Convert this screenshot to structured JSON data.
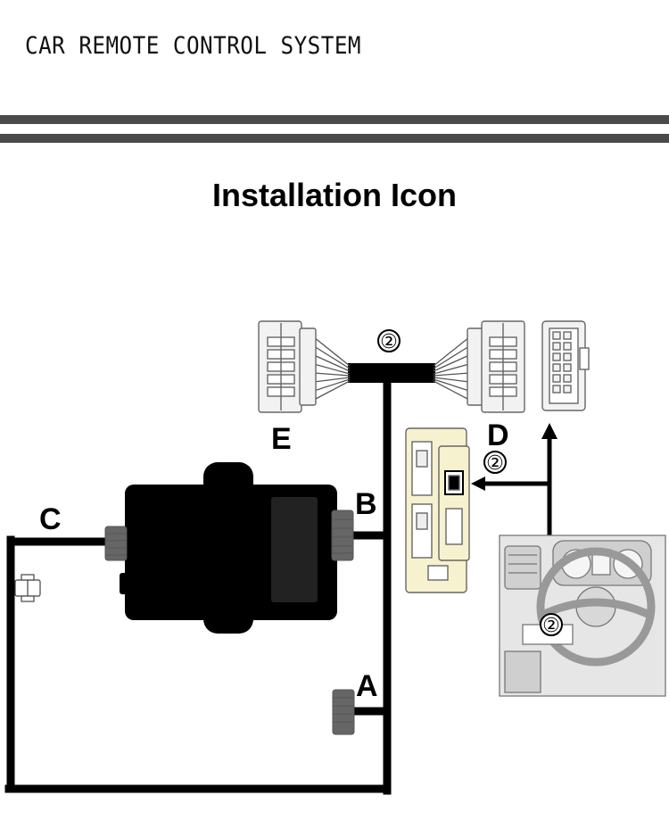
{
  "header": {
    "title": "CAR REMOTE CONTROL SYSTEM"
  },
  "diagram": {
    "title": "Installation Icon",
    "labels": {
      "a": "A",
      "b": "B",
      "c": "C",
      "d": "D",
      "e": "E"
    },
    "markers": {
      "top": "②",
      "switch": "②",
      "dash": "②"
    }
  },
  "colors": {
    "wire": "#000000",
    "rule": "#4a4a4a",
    "switch_panel": "#f6f1cf",
    "connector": "#f2f2f2"
  }
}
